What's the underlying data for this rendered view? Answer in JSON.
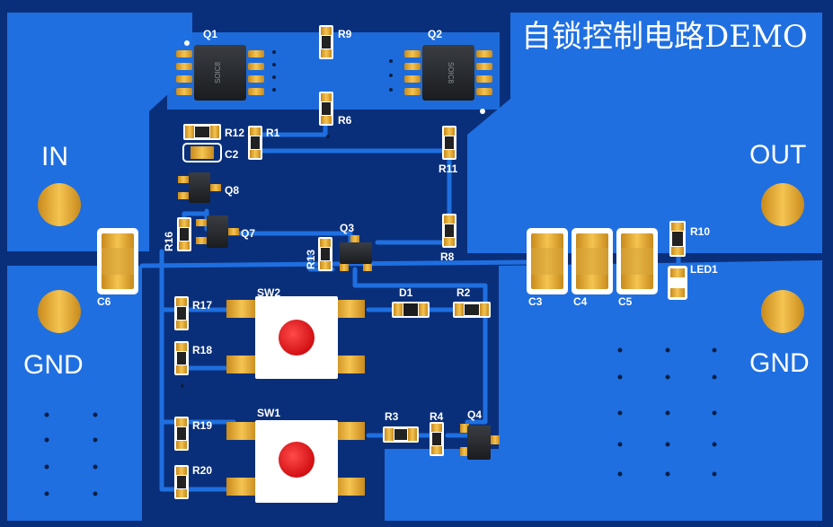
{
  "board": {
    "title": "自锁控制电路DEMO",
    "colors": {
      "substrate": "#0a2f7a",
      "copper": "#1f6fe0",
      "pad": "#e8b23a",
      "button": "#e3151b",
      "silkscreen": "#ffffff"
    },
    "ports": {
      "in": "IN",
      "out": "OUT",
      "gnd_left": "GND",
      "gnd_right": "GND"
    },
    "labels": {
      "q1": "Q1",
      "q2": "Q2",
      "q3": "Q3",
      "q4": "Q4",
      "q7": "Q7",
      "q8": "Q8",
      "r1": "R1",
      "r2": "R2",
      "r3": "R3",
      "r4": "R4",
      "r6": "R6",
      "r8": "R8",
      "r9": "R9",
      "r10": "R10",
      "r11": "R11",
      "r12": "R12",
      "r13": "R13",
      "r16": "R16",
      "r17": "R17",
      "r18": "R18",
      "r19": "R19",
      "r20": "R20",
      "c2": "C2",
      "c3": "C3",
      "c4": "C4",
      "c5": "C5",
      "c6": "C6",
      "d1": "D1",
      "led1": "LED1",
      "sw1": "SW1",
      "sw2": "SW2"
    },
    "ic_marking": "SOIC8"
  }
}
